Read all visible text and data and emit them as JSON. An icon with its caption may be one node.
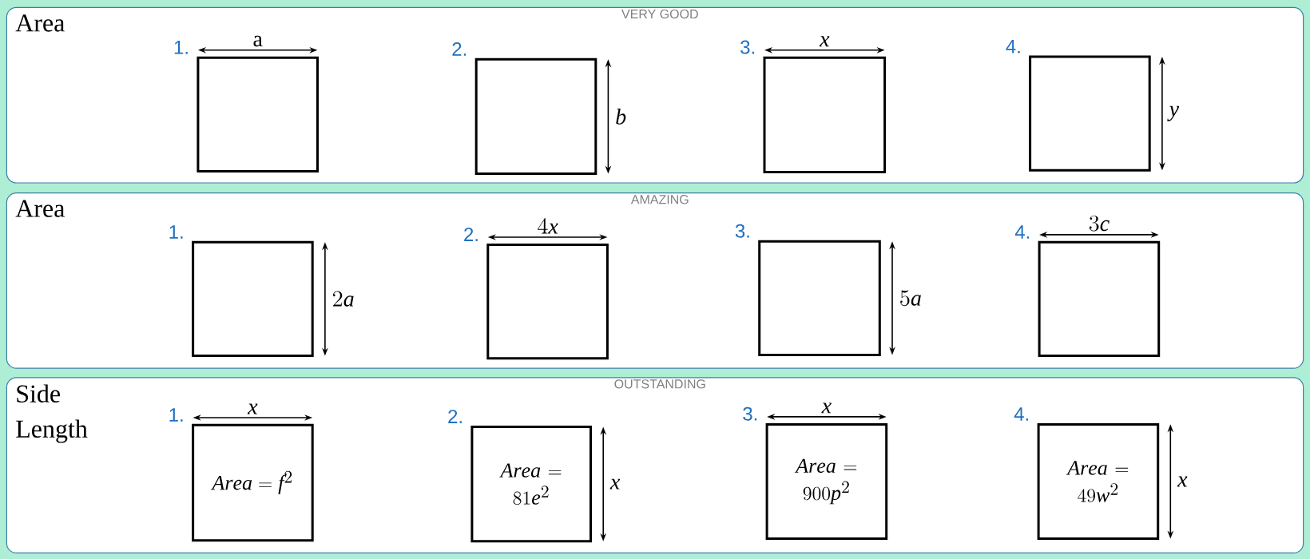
{
  "diagram": {
    "nodes": [
      {
        "text": [
          "Area",
          "VERY GOOD"
        ]
      },
      {
        "text": [],
        "shape": "box",
        "in": 0,
        "beside": [
          "1.",
          "a"
        ]
      },
      {
        "text": [],
        "shape": "box",
        "in": 0,
        "beside": [
          "2.",
          "b"
        ]
      },
      {
        "text": [],
        "shape": "box",
        "in": 0,
        "beside": [
          "3.",
          "x"
        ]
      },
      {
        "text": [],
        "shape": "box",
        "in": 0,
        "beside": [
          "4.",
          "y"
        ]
      },
      {
        "text": [
          "Area",
          "AMAZING"
        ]
      },
      {
        "text": [],
        "shape": "box",
        "in": 5,
        "beside": [
          "1.",
          "2a"
        ]
      },
      {
        "text": [],
        "shape": "box",
        "in": 5,
        "beside": [
          "2.",
          "4x"
        ]
      },
      {
        "text": [],
        "shape": "box",
        "in": 5,
        "beside": [
          "3.",
          "5a"
        ]
      },
      {
        "text": [],
        "shape": "box",
        "in": 5,
        "beside": [
          "4.",
          "3c"
        ]
      },
      {
        "text": [
          "Side Length",
          "OUTSTANDING"
        ]
      },
      {
        "text": [
          "Area = f^{2}"
        ],
        "in": 10,
        "beside": [
          "1.",
          "x"
        ]
      },
      {
        "text": [
          "Area = 81e^{2}"
        ],
        "in": 10,
        "beside": [
          "2.",
          "x"
        ]
      },
      {
        "text": [
          "Area = 900p^{2}"
        ],
        "in": 10,
        "beside": [
          "3.",
          "x"
        ]
      },
      {
        "text": [
          "Area = 49w^{2}"
        ],
        "in": 10,
        "beside": [
          "4.",
          "x"
        ]
      }
    ],
    "edges": []
  }
}
